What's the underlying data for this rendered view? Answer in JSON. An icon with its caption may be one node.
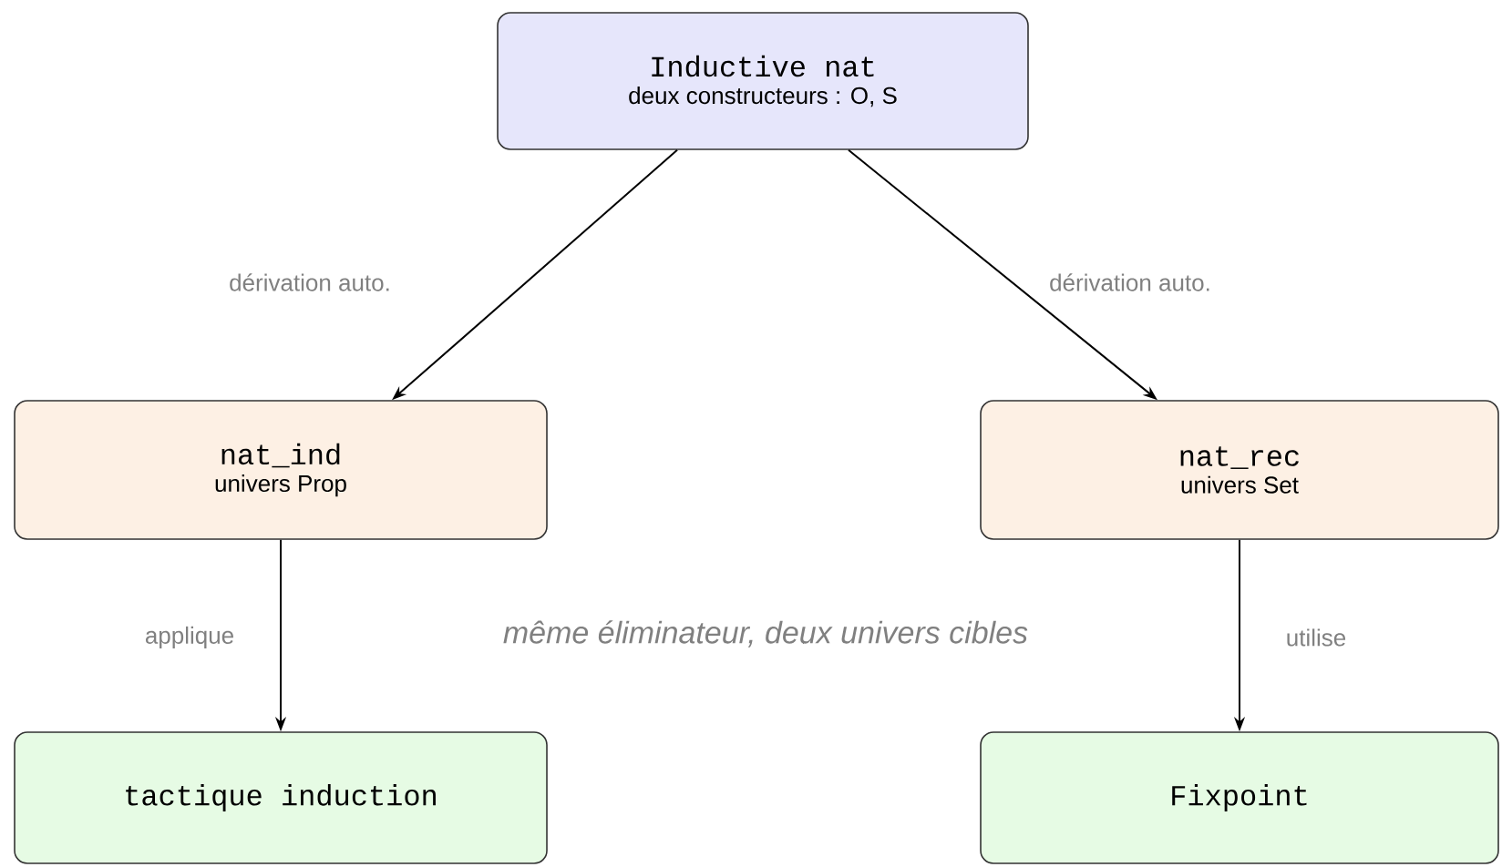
{
  "diagram": {
    "nodes": [
      {
        "text": [
          "Inductive nat",
          "deux constructeurs : O, S"
        ]
      },
      {
        "text": [
          "nat_ind",
          "univers Prop"
        ]
      },
      {
        "text": [
          "nat_rec",
          "univers Set"
        ]
      },
      {
        "text": [
          "tactique induction"
        ]
      },
      {
        "text": [
          "Fixpoint"
        ]
      }
    ],
    "edges": [
      {
        "from": 0,
        "to": 1,
        "arrow": "to",
        "label": "dérivation auto."
      },
      {
        "from": 0,
        "to": 2,
        "arrow": "to",
        "label": "dérivation auto."
      },
      {
        "from": 1,
        "to": 3,
        "arrow": "to",
        "label": "applique"
      },
      {
        "from": 2,
        "to": 4,
        "arrow": "to",
        "label": "utilise"
      }
    ],
    "labels": [
      "même éliminateur, deux univers cibles"
    ]
  }
}
